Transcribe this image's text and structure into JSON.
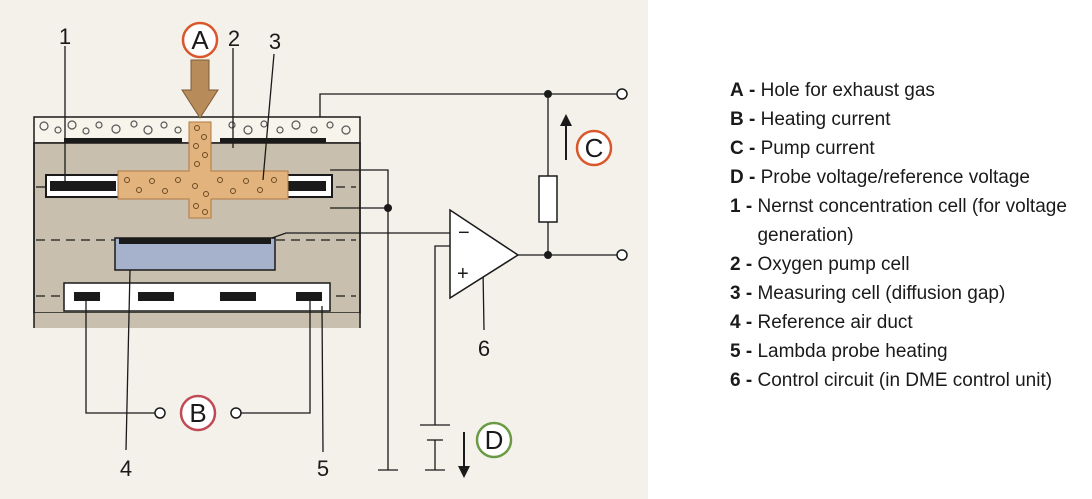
{
  "diagram": {
    "labels": {
      "A": "A",
      "B": "B",
      "C": "C",
      "D": "D",
      "n1": "1",
      "n2": "2",
      "n3": "3",
      "n4": "4",
      "n5": "5",
      "n6": "6",
      "minus": "−",
      "plus": "+"
    },
    "colors": {
      "background": "#f4f1ea",
      "ceramic": "#c9bfae",
      "gas": "#e3b37d",
      "arrow": "#b88b5a",
      "reference_duct": "#a6b2cc",
      "badge_ring_A_C": "#d9572b",
      "badge_ring_B": "#c04a55",
      "badge_ring_D": "#6a9b44"
    }
  },
  "legend": {
    "items": [
      {
        "key": "A",
        "sep": " - ",
        "text": "Hole for exhaust gas"
      },
      {
        "key": "B",
        "sep": " - ",
        "text": "Heating current"
      },
      {
        "key": "C",
        "sep": " - ",
        "text": "Pump current"
      },
      {
        "key": "D",
        "sep": " - ",
        "text": "Probe voltage/reference voltage"
      },
      {
        "key": "1",
        "sep": " - ",
        "text": "Nernst concentration cell (for voltage generation)"
      },
      {
        "key": "2",
        "sep": " - ",
        "text": "Oxygen pump cell"
      },
      {
        "key": "3",
        "sep": " - ",
        "text": "Measuring cell (diffusion gap)"
      },
      {
        "key": "4",
        "sep": " - ",
        "text": "Reference air duct"
      },
      {
        "key": "5",
        "sep": " - ",
        "text": "Lambda probe heating"
      },
      {
        "key": "6",
        "sep": " - ",
        "text": "Control circuit (in DME control unit)"
      }
    ]
  }
}
